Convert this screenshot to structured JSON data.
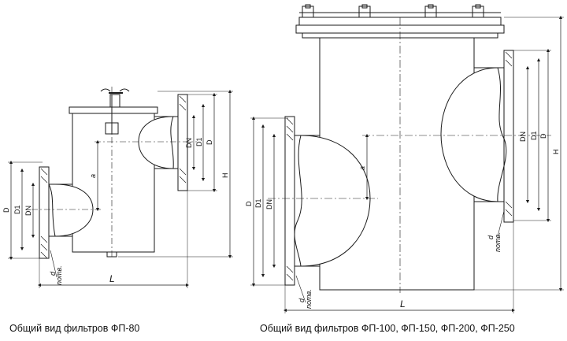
{
  "captions": {
    "left": "Общий вид фильтров ФП-80",
    "right": "Общий вид фильтров ФП-100, ФП-150, ФП-200, ФП-250"
  },
  "labels": {
    "D": "D",
    "D1": "D1",
    "DN": "DN",
    "H": "H",
    "L": "L",
    "a": "a",
    "d": "d",
    "n_otv": "nотв."
  },
  "colors": {
    "line": "#1a1a1a",
    "fill": "#ffffff"
  }
}
